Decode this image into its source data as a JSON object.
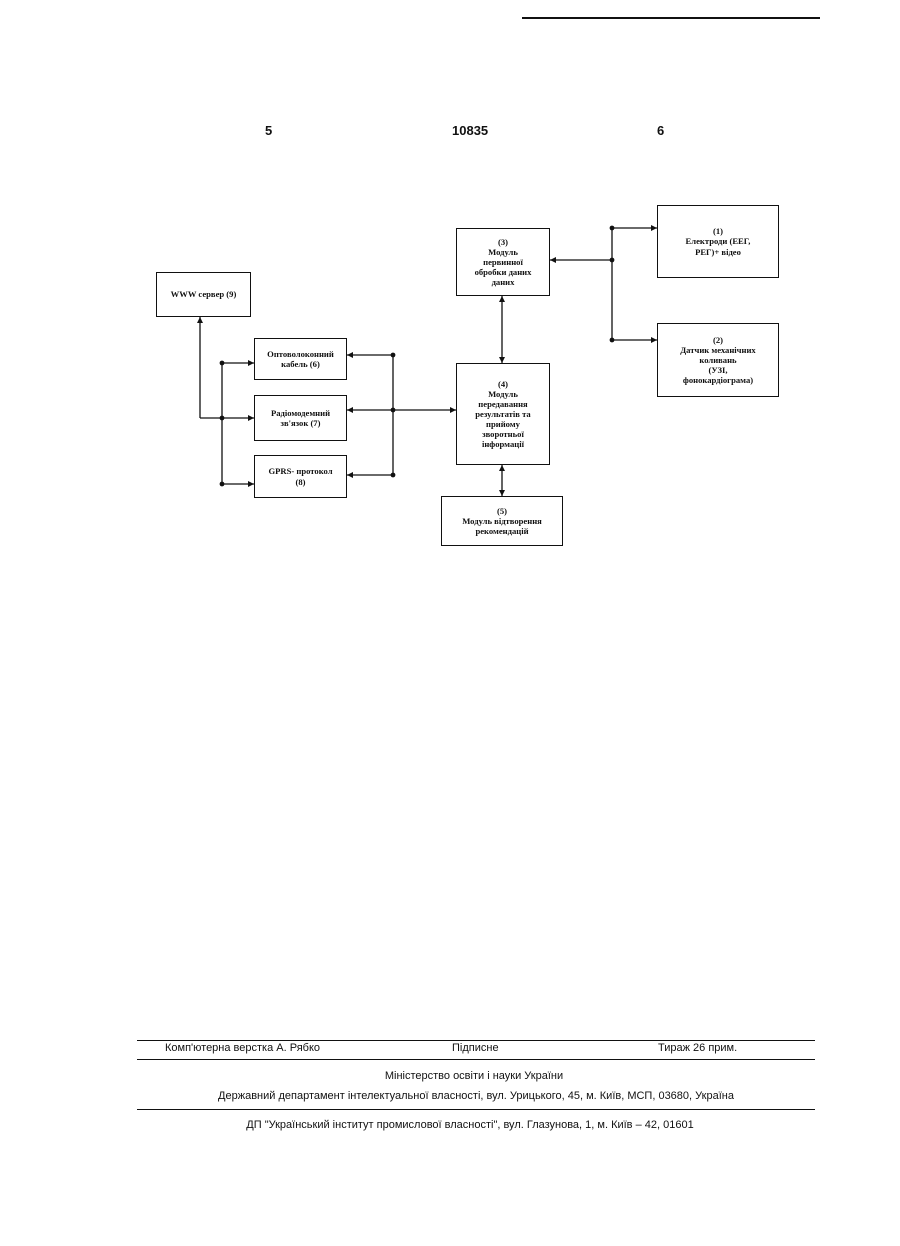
{
  "header": {
    "page_left": "5",
    "patent_number": "10835",
    "page_right": "6"
  },
  "diagram": {
    "nodes": {
      "electrodes": "(1)\nЕлектроди (ЕЕГ,\nРЕГ)+ відео",
      "sensors": "(2)\nДатчик механічних\nколивань\n(УЗІ,\nфонокардіограма)",
      "primary_processing": "(3)\nМодуль\nпервинної\nобробки даних\nданих",
      "transmission": "(4)\nМодуль\nпередавання\nрезультатів та\nприйому\nзворотньої\nінформації",
      "recommendations": "(5)\nМодуль відтворення\nрекомендацій",
      "fiber_cable": "Оптоволоконний\nкабель (6)",
      "radio_link": "Радіомодемний\nзв'язок (7)",
      "gprs": "GPRS- протокол\n(8)",
      "www_server": "WWW сервер (9)"
    }
  },
  "footer": {
    "layout": "Комп'ютерна верстка А. Рябко",
    "signed": "Підписне",
    "circulation": "Тираж 26 прим.",
    "ministry": "Міністерство освіти і науки України",
    "department": "Державний департамент інтелектуальної власності, вул. Урицького, 45, м. Київ, МСП, 03680, Україна",
    "institute": "ДП \"Український інститут промислової власності\", вул. Глазунова, 1, м. Київ – 42, 01601"
  }
}
